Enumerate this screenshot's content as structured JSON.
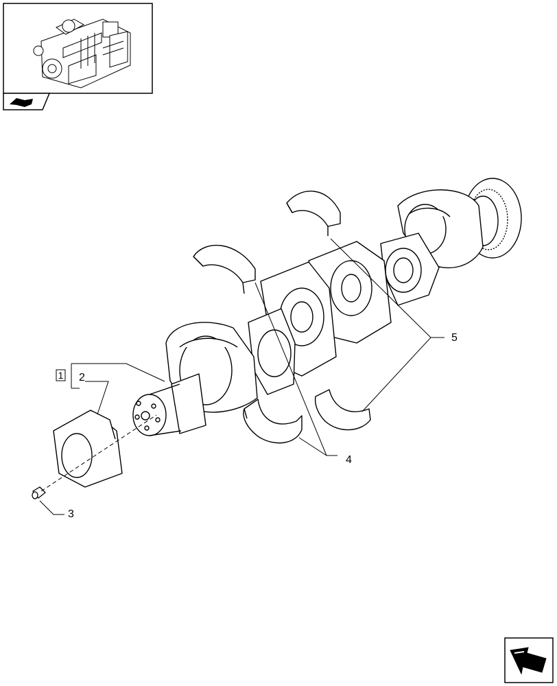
{
  "diagram": {
    "callouts": [
      {
        "id": "1",
        "label": "1",
        "boxed": true
      },
      {
        "id": "2",
        "label": "2",
        "boxed": false
      },
      {
        "id": "3",
        "label": "3",
        "boxed": false
      },
      {
        "id": "4",
        "label": "4",
        "boxed": false
      },
      {
        "id": "5",
        "label": "5",
        "boxed": false
      }
    ]
  },
  "icons": {
    "thumbnail": "engine-thumbnail-icon",
    "section_tab": "book-icon",
    "navigation": "next-page-arrow-icon"
  }
}
